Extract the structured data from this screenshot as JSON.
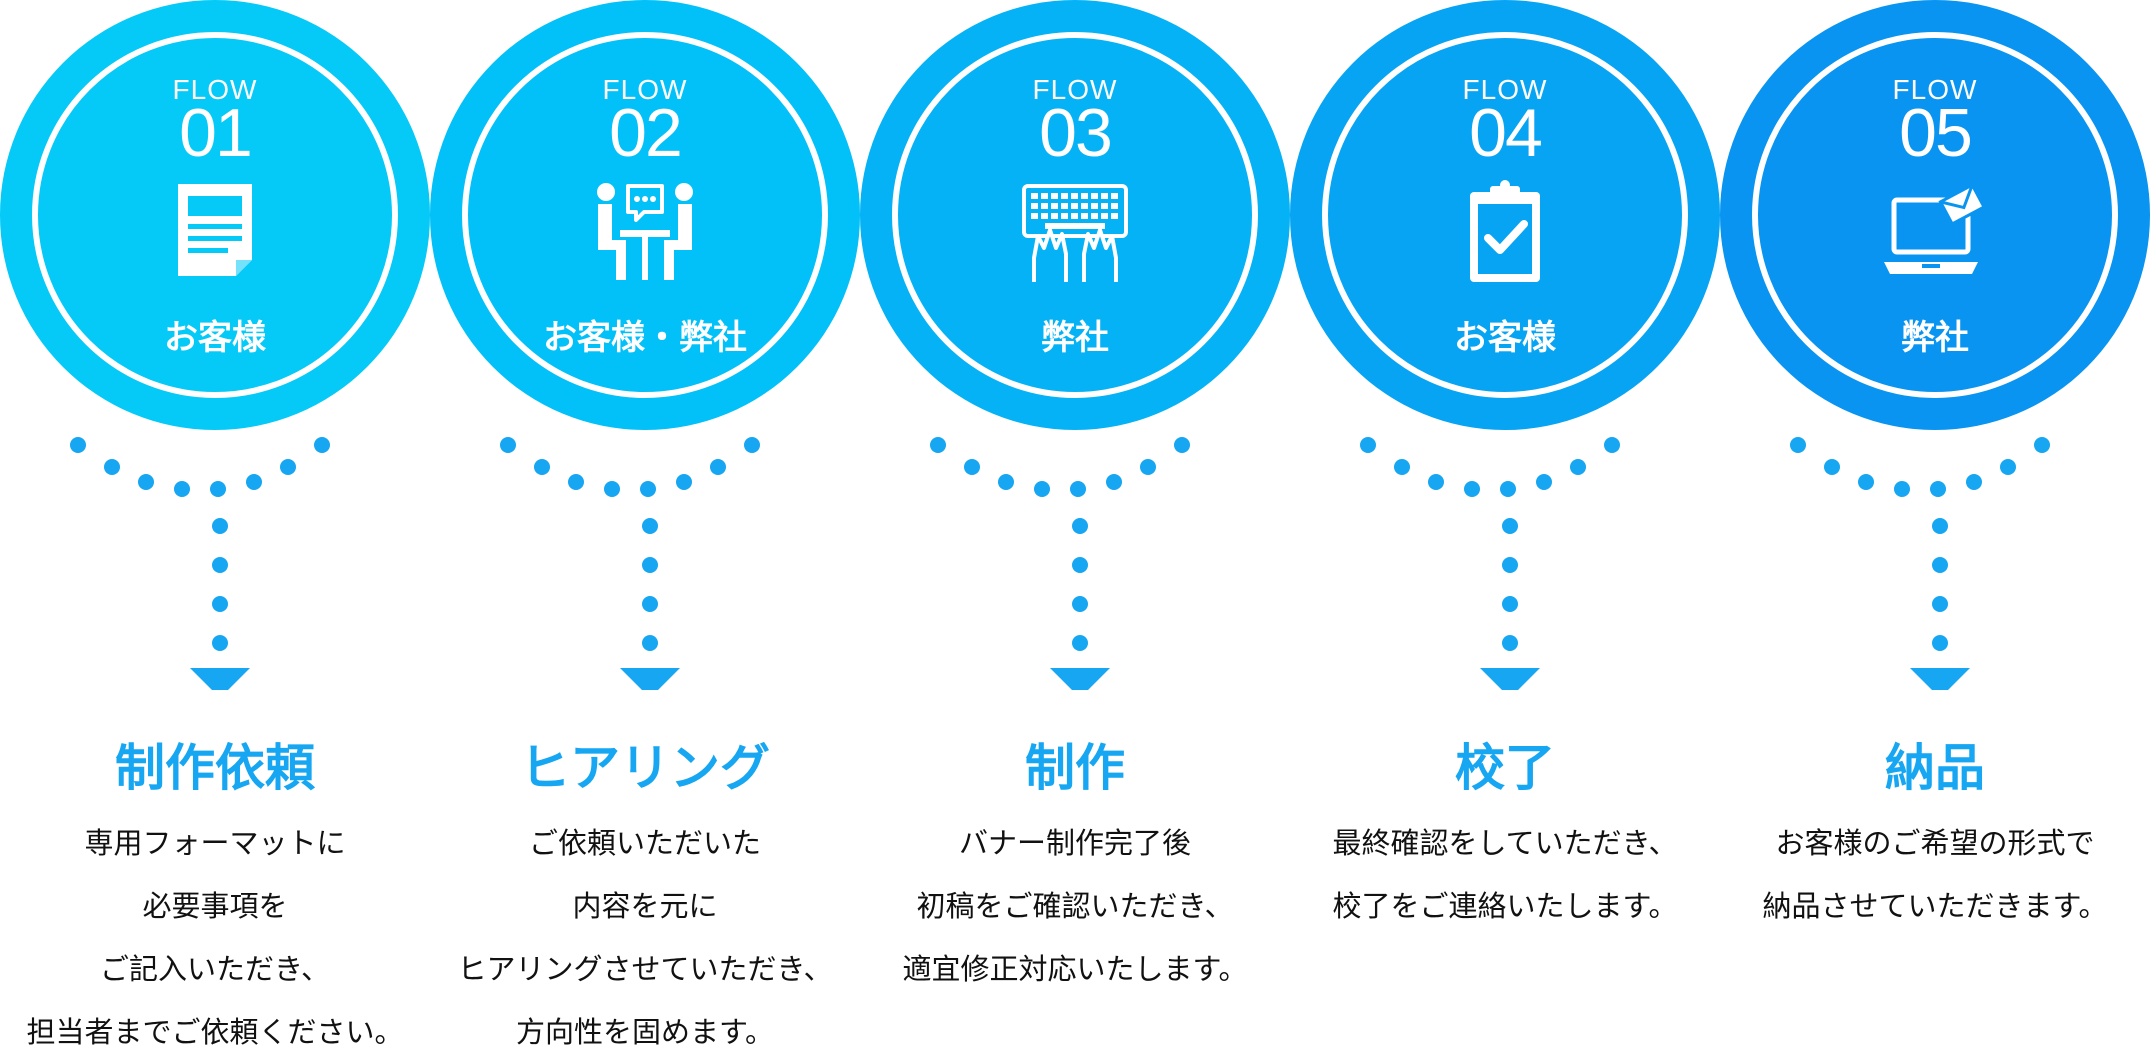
{
  "steps": [
    {
      "flow_label": "FLOW",
      "number": "01",
      "actor": "お客様",
      "icon": "document-icon",
      "title": "制作依頼",
      "desc_lines": [
        "専用フォーマットに",
        "必要事項を",
        "ご記入いただき、",
        "担当者までご依頼ください。"
      ],
      "color": "#05c9f6"
    },
    {
      "flow_label": "FLOW",
      "number": "02",
      "actor": "お客様・弊社",
      "icon": "meeting-icon",
      "title": "ヒアリング",
      "desc_lines": [
        "ご依頼いただいた",
        "内容を元に",
        "ヒアリングさせていただき、",
        "方向性を固めます。"
      ],
      "color": "#02c0f8"
    },
    {
      "flow_label": "FLOW",
      "number": "03",
      "actor": "弊社",
      "icon": "keyboard-typing-icon",
      "title": "制作",
      "desc_lines": [
        "バナー制作完了後",
        "初稿をご確認いただき、",
        "適宜修正対応いたします。"
      ],
      "color": "#05b2f5"
    },
    {
      "flow_label": "FLOW",
      "number": "04",
      "actor": "お客様",
      "icon": "clipboard-check-icon",
      "title": "校了",
      "desc_lines": [
        "最終確認をしていただき、",
        "校了をご連絡いたします。"
      ],
      "color": "#07a4f3"
    },
    {
      "flow_label": "FLOW",
      "number": "05",
      "actor": "弊社",
      "icon": "laptop-mail-icon",
      "title": "納品",
      "desc_lines": [
        "お客様のご希望の形式で",
        "納品させていただきます。"
      ],
      "color": "#0894f0"
    }
  ],
  "colors": {
    "title": "#16a6f2",
    "dot": "#16a6f2",
    "text": "#111111"
  }
}
